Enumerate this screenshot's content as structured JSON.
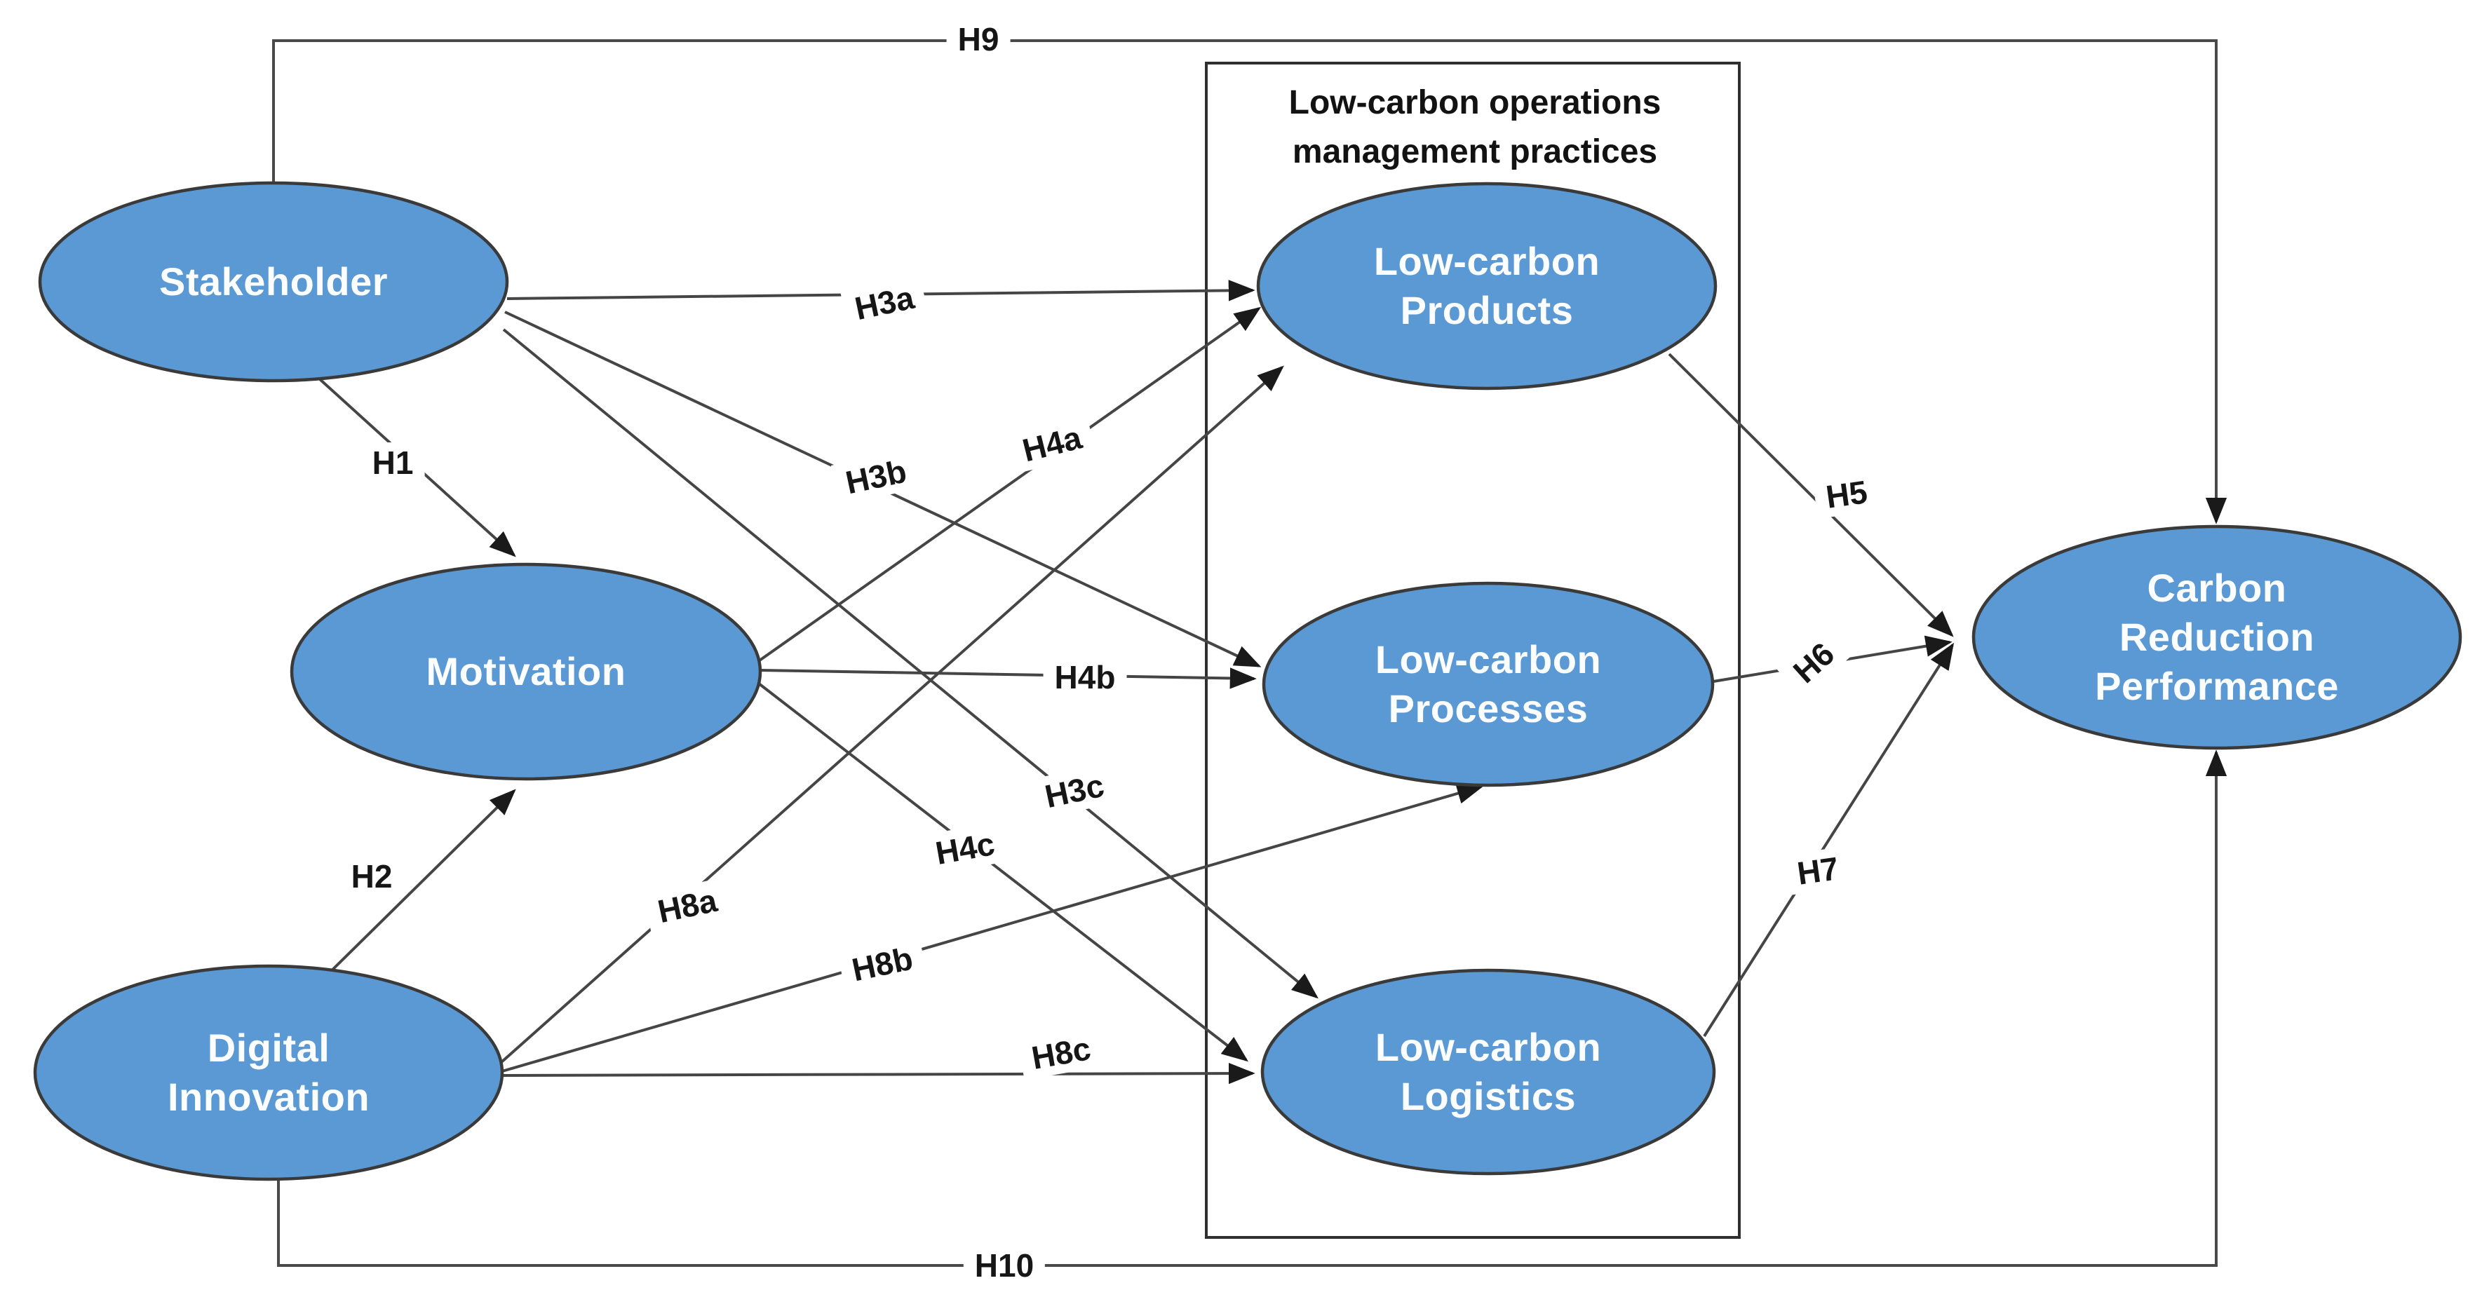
{
  "diagram": {
    "box": {
      "title": "Low-carbon operations\nmanagement practices"
    },
    "nodes": {
      "stakeholder": {
        "label": "Stakeholder"
      },
      "motivation": {
        "label": "Motivation"
      },
      "digital_innovation": {
        "label": "Digital\nInnovation"
      },
      "low_carbon_products": {
        "label": "Low-carbon\nProducts"
      },
      "low_carbon_processes": {
        "label": "Low-carbon\nProcesses"
      },
      "low_carbon_logistics": {
        "label": "Low-carbon\nLogistics"
      },
      "carbon_reduction_performance": {
        "label": "Carbon\nReduction\nPerformance"
      }
    },
    "hypotheses": {
      "h1": {
        "label": "H1"
      },
      "h2": {
        "label": "H2"
      },
      "h3a": {
        "label": "H3a"
      },
      "h3b": {
        "label": "H3b"
      },
      "h3c": {
        "label": "H3c"
      },
      "h4a": {
        "label": "H4a"
      },
      "h4b": {
        "label": "H4b"
      },
      "h4c": {
        "label": "H4c"
      },
      "h5": {
        "label": "H5"
      },
      "h6": {
        "label": "H6"
      },
      "h7": {
        "label": "H7"
      },
      "h8a": {
        "label": "H8a"
      },
      "h8b": {
        "label": "H8b"
      },
      "h8c": {
        "label": "H8c"
      },
      "h9": {
        "label": "H9"
      },
      "h10": {
        "label": "H10"
      }
    },
    "edges": [
      {
        "label": "H1",
        "from": "Stakeholder",
        "to": "Motivation"
      },
      {
        "label": "H2",
        "from": "Digital Innovation",
        "to": "Motivation"
      },
      {
        "label": "H3a",
        "from": "Stakeholder",
        "to": "Low-carbon Products"
      },
      {
        "label": "H3b",
        "from": "Stakeholder",
        "to": "Low-carbon Processes"
      },
      {
        "label": "H3c",
        "from": "Stakeholder",
        "to": "Low-carbon Logistics"
      },
      {
        "label": "H4a",
        "from": "Motivation",
        "to": "Low-carbon Products"
      },
      {
        "label": "H4b",
        "from": "Motivation",
        "to": "Low-carbon Processes"
      },
      {
        "label": "H4c",
        "from": "Motivation",
        "to": "Low-carbon Logistics"
      },
      {
        "label": "H5",
        "from": "Low-carbon Products",
        "to": "Carbon Reduction Performance"
      },
      {
        "label": "H6",
        "from": "Low-carbon Processes",
        "to": "Carbon Reduction Performance"
      },
      {
        "label": "H7",
        "from": "Low-carbon Logistics",
        "to": "Carbon Reduction Performance"
      },
      {
        "label": "H8a",
        "from": "Digital Innovation",
        "to": "Low-carbon Products"
      },
      {
        "label": "H8b",
        "from": "Digital Innovation",
        "to": "Low-carbon Processes"
      },
      {
        "label": "H8c",
        "from": "Digital Innovation",
        "to": "Low-carbon Logistics"
      },
      {
        "label": "H9",
        "from": "Stakeholder",
        "to": "Carbon Reduction Performance"
      },
      {
        "label": "H10",
        "from": "Digital Innovation",
        "to": "Carbon Reduction Performance"
      }
    ],
    "colors": {
      "node_fill": "#5A99D3",
      "node_border": "#3a3a3a",
      "edge_line": "#454545",
      "arrowhead": "#1a1a1a",
      "label_text": "#161616",
      "node_text": "#fbfdff",
      "background": "#ffffff"
    }
  }
}
